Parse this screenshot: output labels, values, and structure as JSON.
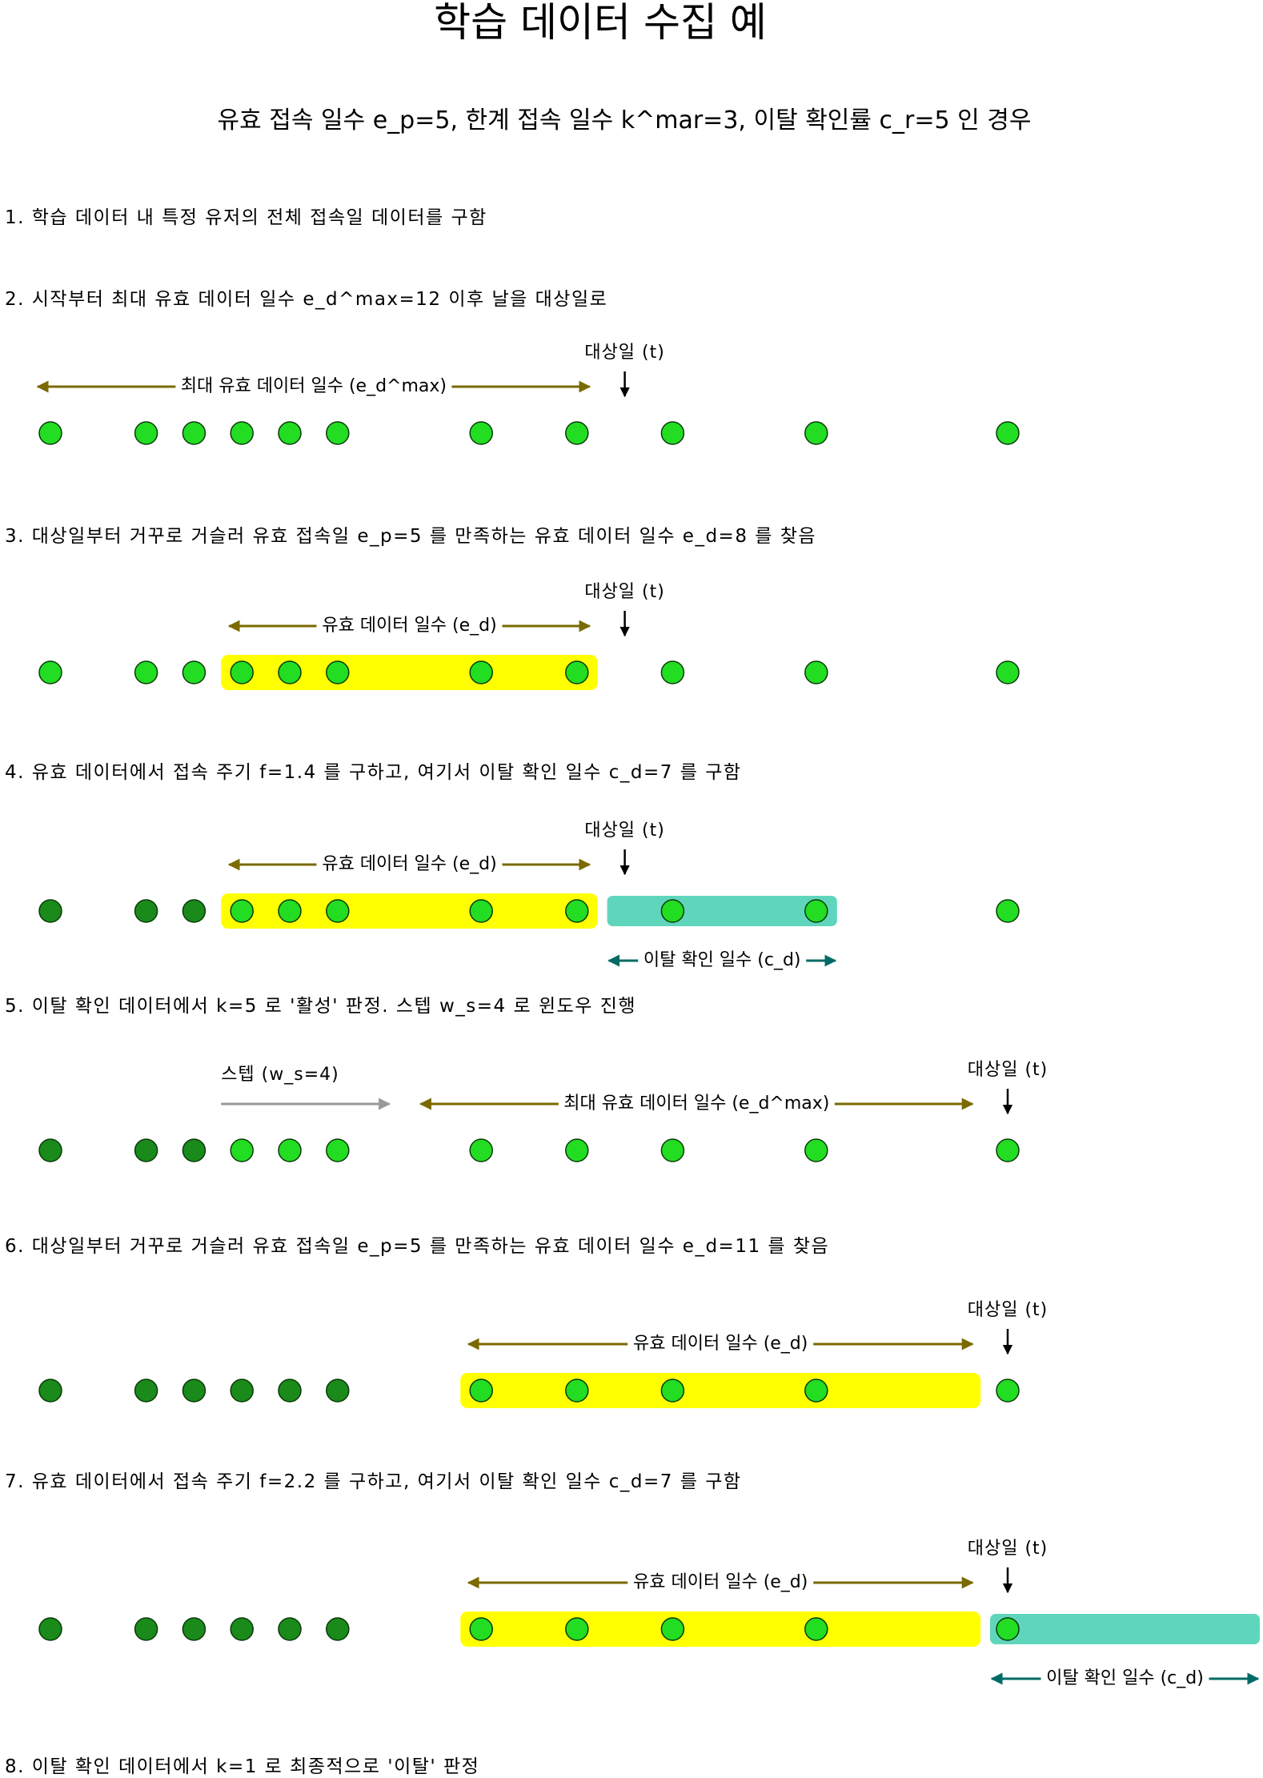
{
  "title": "학습 데이터 수집 예",
  "subtitle": "유효 접속 일수 e_p=5, 한계 접속 일수 k^mar=3, 이탈 확인률 c_r=5 인 경우",
  "steps": [
    "1. 학습 데이터 내 특정 유저의 전체 접속일 데이터를 구함",
    "2. 시작부터 최대 유효 데이터 일수 e_d^max=12 이후 날을 대상일로",
    "3. 대상일부터 거꾸로 거슬러 유효 접속일 e_p=5 를 만족하는 유효 데이터 일수 e_d=8 를 찾음",
    "4. 유효 데이터에서 접속 주기 f=1.4 를 구하고, 여기서 이탈 확인 일수 c_d=7 를 구함",
    "5. 이탈 확인 데이터에서 k=5 로 '활성' 판정. 스텝 w_s=4 로 윈도우 진행",
    "6. 대상일부터 거꾸로 거슬러 유효 접속일 e_p=5 를 만족하는 유효 데이터 일수 e_d=11 를 찾음",
    "7.  유효 데이터에서 접속 주기 f=2.2 를 구하고, 여기서 이탈 확인 일수 c_d=7 를 구함",
    "8. 이탈 확인 데이터에서 k=1 로 최종적으로 '이탈' 판정"
  ],
  "labels": {
    "target_day": "대상일 (t)",
    "max_valid_days": "최대 유효 데이터 일수 (e_d^max)",
    "valid_days": "유효 데이터 일수 (e_d)",
    "churn_check_days": "이탈 확인 일수 (c_d)",
    "step_size": "스텝 (w_s=4)"
  },
  "colors": {
    "dot_bright": "#22dd22",
    "dot_dark": "#1a8a1a",
    "valid_band": "#ffff00",
    "churn_band": "#5fd6bc",
    "arrow_olive": "#7a6a00",
    "arrow_teal": "#006b66",
    "arrow_gray": "#999999"
  },
  "access_days": [
    0,
    2,
    3,
    4,
    5,
    6,
    9,
    11,
    13,
    16,
    20
  ],
  "diagrams": [
    {
      "step": 2,
      "dark_days": [],
      "target_day": 12,
      "span": {
        "from_day": 0,
        "to_day": 11,
        "label": "max_valid_days",
        "color": "arrow_olive"
      },
      "valid_band": null,
      "churn_band": null
    },
    {
      "step": 3,
      "dark_days": [],
      "target_day": 12,
      "span": {
        "from_day": 4,
        "to_day": 11,
        "label": "valid_days",
        "color": "arrow_olive"
      },
      "valid_band": {
        "from_day": 4,
        "to_day": 11
      },
      "churn_band": null
    },
    {
      "step": 4,
      "dark_days": [
        0,
        2,
        3
      ],
      "target_day": 12,
      "span": {
        "from_day": 4,
        "to_day": 11,
        "label": "valid_days",
        "color": "arrow_olive"
      },
      "valid_band": {
        "from_day": 4,
        "to_day": 11
      },
      "churn_band": {
        "from_day": 12,
        "to_day": 16,
        "label": "churn_check_days"
      }
    },
    {
      "step": 5,
      "dark_days": [
        0,
        2,
        3
      ],
      "target_day": 20,
      "span": {
        "from_day": 8,
        "to_day": 19,
        "label": "max_valid_days",
        "color": "arrow_olive"
      },
      "step_arrow": {
        "from_day": 4,
        "to_day": 7,
        "label": "step_size"
      },
      "valid_band": null,
      "churn_band": null
    },
    {
      "step": 6,
      "dark_days": [
        0,
        2,
        3,
        4,
        5,
        6
      ],
      "target_day": 20,
      "span": {
        "from_day": 9,
        "to_day": 19,
        "label": "valid_days",
        "color": "arrow_olive"
      },
      "valid_band": {
        "from_day": 9,
        "to_day": 19
      },
      "churn_band": null
    },
    {
      "step": 7,
      "dark_days": [
        0,
        2,
        3,
        4,
        5,
        6
      ],
      "target_day": 20,
      "span": {
        "from_day": 9,
        "to_day": 19,
        "label": "valid_days",
        "color": "arrow_olive"
      },
      "valid_band": {
        "from_day": 9,
        "to_day": 19
      },
      "churn_band": {
        "from_day": 20,
        "to_day": 25,
        "label": "churn_check_days"
      }
    }
  ]
}
